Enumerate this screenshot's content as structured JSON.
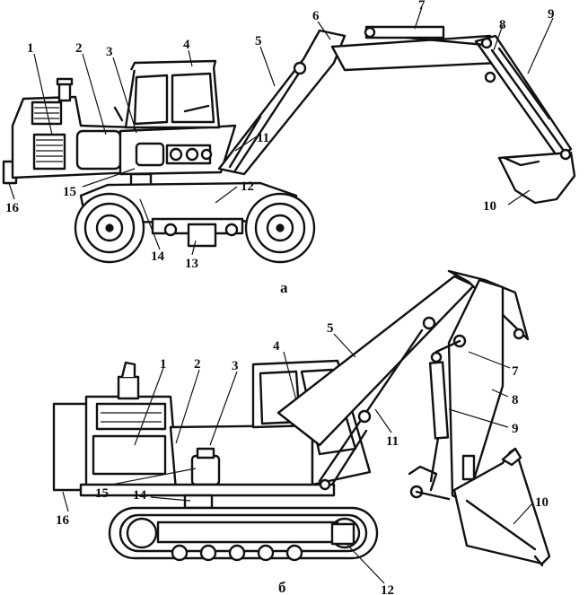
{
  "figure": {
    "caption_a": "а",
    "caption_b": "б"
  },
  "labels_a": [
    "1",
    "2",
    "3",
    "4",
    "5",
    "6",
    "7",
    "8",
    "9",
    "10",
    "11",
    "12",
    "13",
    "14",
    "15",
    "16"
  ],
  "labels_b": [
    "1",
    "2",
    "3",
    "4",
    "5",
    "7",
    "8",
    "9",
    "10",
    "11",
    "12",
    "14",
    "15",
    "16"
  ]
}
